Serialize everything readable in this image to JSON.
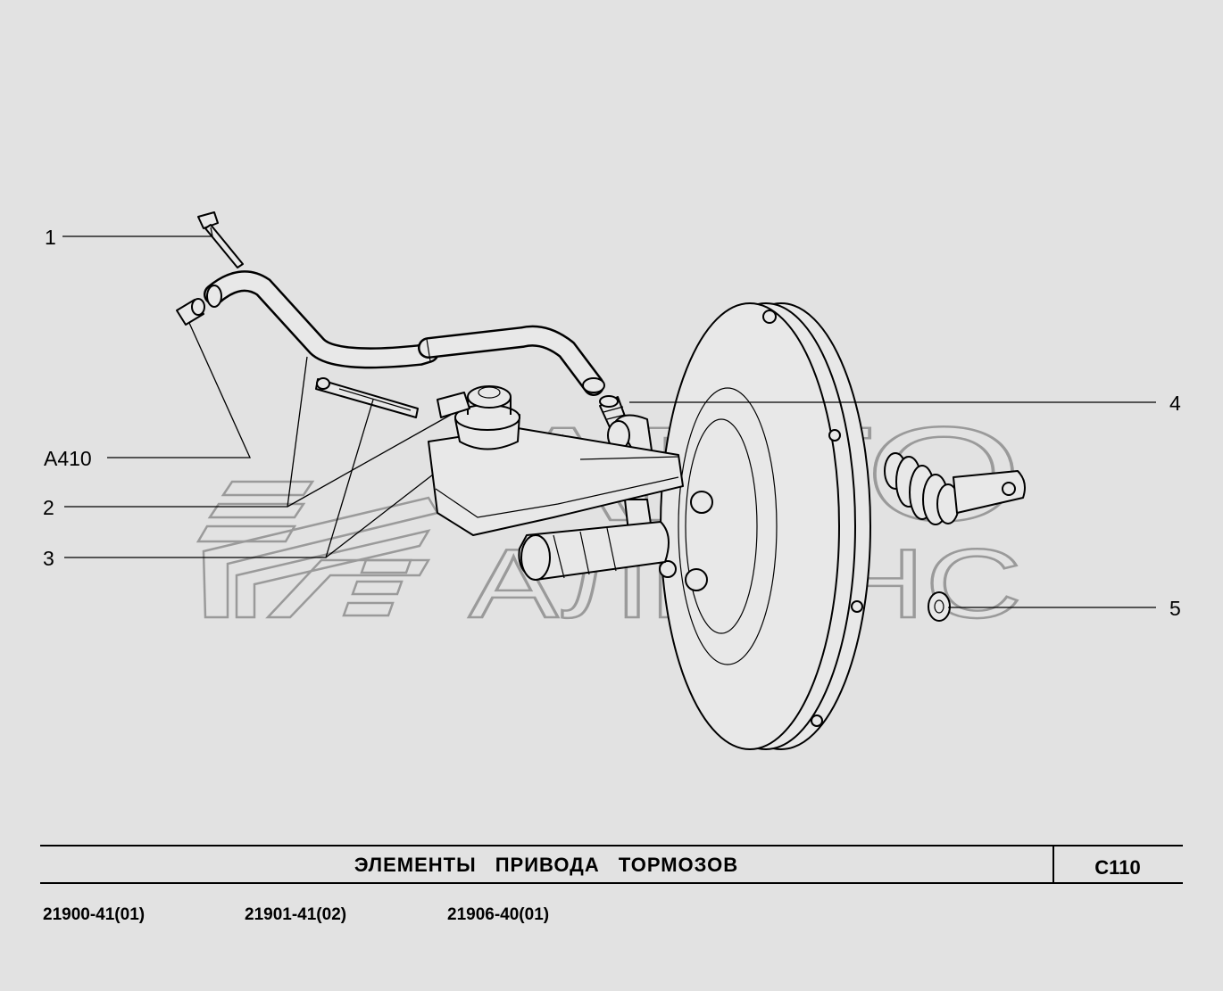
{
  "callouts": [
    {
      "id": "1",
      "label": "1"
    },
    {
      "id": "a410",
      "label": "A410"
    },
    {
      "id": "2",
      "label": "2"
    },
    {
      "id": "3",
      "label": "3"
    },
    {
      "id": "4",
      "label": "4"
    },
    {
      "id": "5",
      "label": "5"
    }
  ],
  "watermark": {
    "line1": "АВТО",
    "line2": "АЛЬЯНС"
  },
  "footer": {
    "title": "ЭЛЕМЕНТЫ ПРИВОДА ТОРМОЗОВ",
    "code": "C110",
    "variants": [
      "21900-41(01)",
      "21901-41(02)",
      "21906-40(01)"
    ]
  },
  "colors": {
    "background": "#e2e2e2",
    "ink": "#000000",
    "watermark": "#9a9a9a"
  }
}
